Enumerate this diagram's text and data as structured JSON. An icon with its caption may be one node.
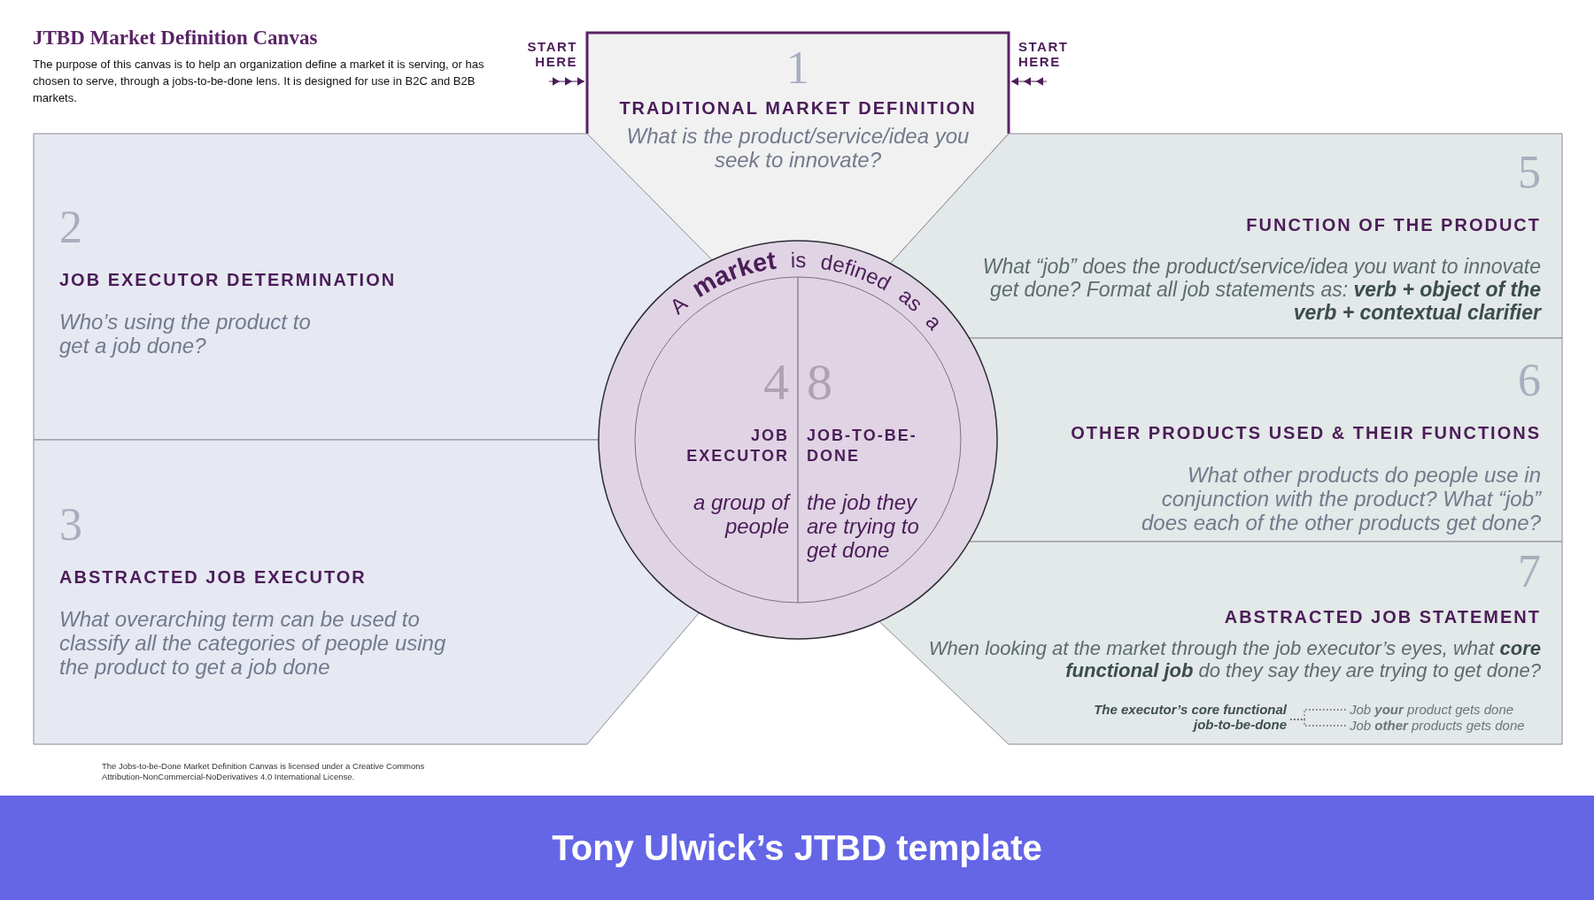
{
  "diagram": {
    "title": "JTBD Market Definition Canvas",
    "caption": "Tony Ulwick’s JTBD template",
    "nodes": [
      {
        "text": [
          "1",
          "TRADITIONAL MARKET DEFINITION",
          "What is the product/service/idea you seek to innovate?"
        ]
      },
      {
        "text": [
          "2",
          "JOB EXECUTOR DETERMINATION",
          "Who’s using the product to get a job done?"
        ]
      },
      {
        "text": [
          "3",
          "ABSTRACTED JOB EXECUTOR",
          "What overarching term can be used to classify all the categories of people using the product to get a job done"
        ]
      },
      {
        "text": [
          "A **market** is defined as a"
        ]
      },
      {
        "text": [
          "4",
          "JOB EXECUTOR",
          "a group of people"
        ],
        "in": 3
      },
      {
        "text": [
          "8",
          "JOB-TO-BE-DONE",
          "the job they are trying to get done"
        ],
        "in": 3
      },
      {
        "text": [
          "5",
          "FUNCTION OF THE PRODUCT",
          "What “job” does the product/service/idea you want to innovate get done? Format all job statements as: **verb + object of the verb + contextual clarifier**"
        ]
      },
      {
        "text": [
          "6",
          "OTHER PRODUCTS USED & THEIR FUNCTIONS",
          "What other products do people use in conjunction with the product? What “job” does each of the other products get done?"
        ]
      },
      {
        "text": [
          "7",
          "ABSTRACTED JOB STATEMENT",
          "When looking at the market through the job executor’s eyes, what **core functional job** do they say they are trying to get done?"
        ]
      },
      {
        "text": [
          "The executor’s core functional job-to-be-done"
        ],
        "in": 8
      },
      {
        "text": [
          "Job **your** product gets done"
        ],
        "in": 8
      },
      {
        "text": [
          "Job **other** products gets done"
        ],
        "in": 8
      },
      {
        "text": [
          "START HERE"
        ]
      },
      {
        "text": [
          "START HERE"
        ]
      }
    ],
    "edges": [
      {
        "from": 12,
        "to": 0,
        "arrow": "to"
      },
      {
        "from": 13,
        "to": 0,
        "arrow": "to"
      },
      {
        "from": 9,
        "to": 10,
        "arrow": "none",
        "style": "dashed"
      },
      {
        "from": 9,
        "to": 11,
        "arrow": "none",
        "style": "dashed"
      }
    ],
    "labels": [
      "The purpose of this canvas is to help an organization define a market it is serving, or has chosen to serve, through a jobs-to-be-done lens. It is designed for use in B2C and B2B markets.",
      "The Jobs-to-be-Done Market Definition Canvas is licensed under a Creative Commons Attribution-NonCommercial-NoDerivatives 4.0 International License."
    ]
  }
}
